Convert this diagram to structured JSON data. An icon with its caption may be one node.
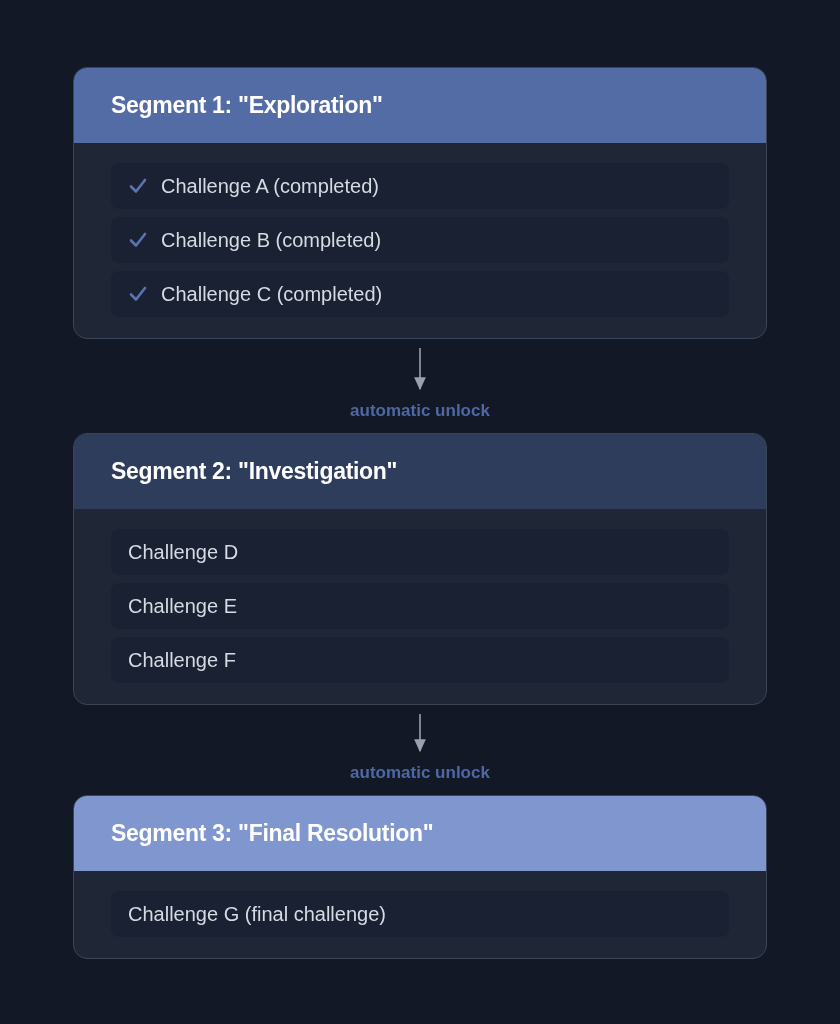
{
  "diagram": {
    "nodes": [
      {
        "text": [
          "Segment 1: \"Exploration\""
        ]
      },
      {
        "text": [
          "Challenge A (completed)"
        ],
        "in": 0
      },
      {
        "text": [
          "Challenge B (completed)"
        ],
        "in": 0
      },
      {
        "text": [
          "Challenge C (completed)"
        ],
        "in": 0
      },
      {
        "text": [
          "Segment 2: \"Investigation\""
        ]
      },
      {
        "text": [
          "Challenge D"
        ],
        "in": 4
      },
      {
        "text": [
          "Challenge E"
        ],
        "in": 4
      },
      {
        "text": [
          "Challenge F"
        ],
        "in": 4
      },
      {
        "text": [
          "Segment 3: \"Final Resolution\""
        ]
      },
      {
        "text": [
          "Challenge G (final challenge)"
        ],
        "in": 8
      }
    ],
    "edges": [
      {
        "from": 0,
        "to": 4,
        "arrow": "to",
        "label": "automatic unlock"
      },
      {
        "from": 4,
        "to": 8,
        "arrow": "to",
        "label": "automatic unlock"
      }
    ]
  }
}
